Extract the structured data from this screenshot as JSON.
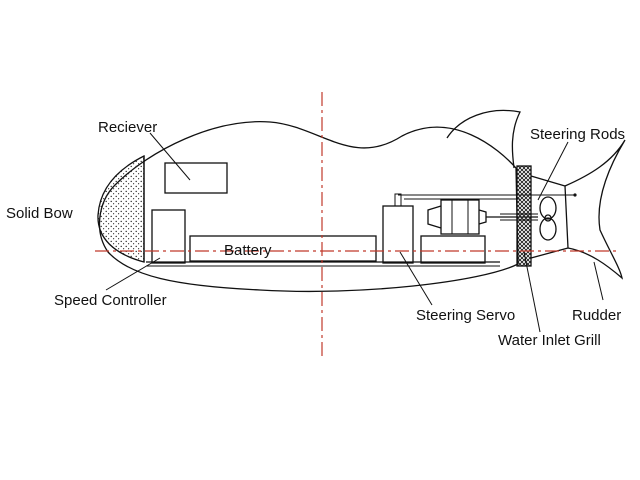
{
  "labels": {
    "reciever": "Reciever",
    "steering_rods": "Steering Rods",
    "solid_bow": "Solid Bow",
    "battery": "Battery",
    "speed_controller": "Speed Controller",
    "steering_servo": "Steering Servo",
    "rudder": "Rudder",
    "water_inlet_grill": "Water Inlet Grill"
  },
  "colors": {
    "outline": "#111111",
    "centerline": "#c0392b",
    "background": "#ffffff"
  }
}
